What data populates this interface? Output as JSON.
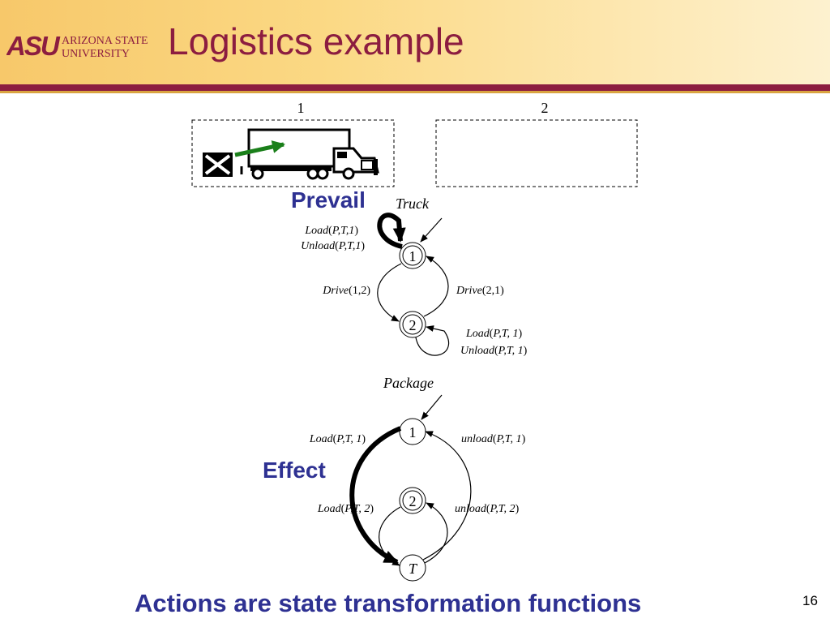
{
  "header": {
    "logo_text_line1": "Arizona State",
    "logo_text_line2": "University",
    "logo_mark": "ASU",
    "title": "Logistics example"
  },
  "locations": {
    "loc1_label": "1",
    "loc2_label": "2"
  },
  "truck_graph": {
    "name": "Truck",
    "node1": "1",
    "node2": "2",
    "loop1_line1_fn": "Load",
    "loop1_line1_args": "P,T,1",
    "loop1_line2_fn": "Unload",
    "loop1_line2_args": "P,T,1",
    "drive_left_fn": "Drive",
    "drive_left_args": "1,2",
    "drive_right_fn": "Drive",
    "drive_right_args": "2,1",
    "loop2_line1_fn": "Load",
    "loop2_line1_args": "P,T, 1",
    "loop2_line2_fn": "Unload",
    "loop2_line2_args": "P,T, 1"
  },
  "package_graph": {
    "name": "Package",
    "node1": "1",
    "node2": "2",
    "nodeT": "T",
    "load1_fn": "Load",
    "load1_args": "P,T, 1",
    "unload1_fn": "unload",
    "unload1_args": "P,T, 1",
    "load2_fn": "Load",
    "load2_args": "P,T, 2",
    "unload2_fn": "unload",
    "unload2_args": "P,T, 2"
  },
  "labels": {
    "prevail": "Prevail",
    "effect": "Effect",
    "footer": "Actions are state transformation functions",
    "page_number": "16"
  },
  "colors": {
    "title": "#8c1d40",
    "accent_blue": "#2e3192",
    "arrow_green": "#1a7f1a"
  }
}
